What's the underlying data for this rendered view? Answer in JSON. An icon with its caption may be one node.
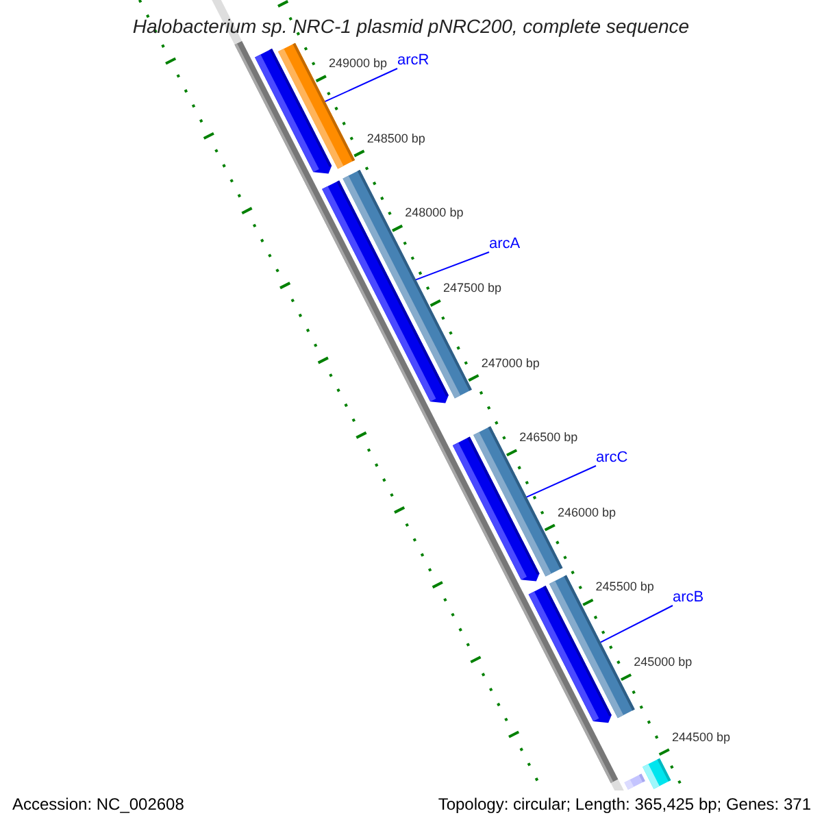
{
  "diagram": {
    "title": "Halobacterium sp. NRC-1 plasmid pNRC200, complete sequence",
    "nodes": [
      {
        "text": [
          "arcR"
        ]
      },
      {
        "text": [],
        "shape": "bar"
      },
      {
        "text": [],
        "shape": "bar"
      },
      {
        "text": [
          "arcA"
        ]
      },
      {
        "text": [],
        "shape": "bar"
      },
      {
        "text": [],
        "shape": "bar"
      },
      {
        "text": [
          "arcC"
        ]
      },
      {
        "text": [],
        "shape": "bar"
      },
      {
        "text": [],
        "shape": "bar"
      },
      {
        "text": [
          "arcB"
        ]
      },
      {
        "text": [],
        "shape": "bar"
      },
      {
        "text": [],
        "shape": "bar"
      },
      {
        "text": [],
        "shape": "bar"
      },
      {
        "text": [],
        "shape": "bar"
      }
    ],
    "edges": [
      {
        "from": 0,
        "to": 2,
        "arrow": "none"
      },
      {
        "from": 3,
        "to": 5,
        "arrow": "none"
      },
      {
        "from": 6,
        "to": 8,
        "arrow": "none"
      },
      {
        "from": 9,
        "to": 11,
        "arrow": "none"
      }
    ],
    "labels": [
      "249000 bp",
      "248500 bp",
      "248000 bp",
      "247500 bp",
      "247000 bp",
      "246500 bp",
      "246000 bp",
      "245500 bp",
      "245000 bp",
      "244500 bp",
      "Accession: NC_002608",
      "Topology: circular; Length: 365,425 bp; Genes: 371"
    ]
  }
}
